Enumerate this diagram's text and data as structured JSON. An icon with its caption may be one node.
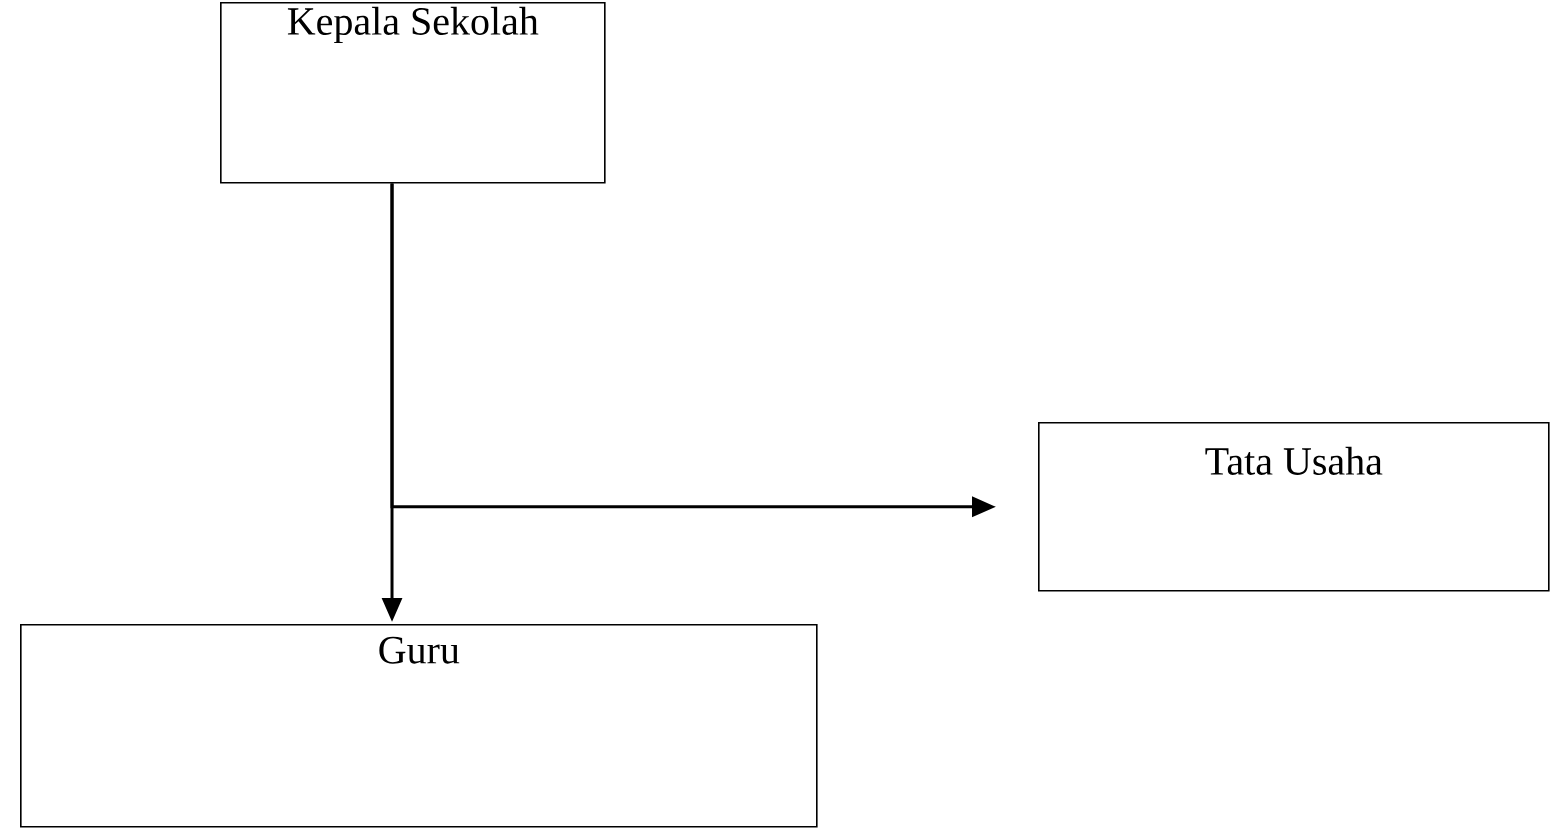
{
  "diagram": {
    "nodes": [
      {
        "text": [
          "Kepala Sekolah"
        ]
      },
      {
        "text": [
          "Tata Usaha"
        ]
      },
      {
        "text": [
          "Guru"
        ]
      }
    ],
    "edges": [
      {
        "from": 0,
        "to": 2,
        "arrow": "to"
      },
      {
        "from": 0,
        "to": 1,
        "arrow": "to"
      }
    ]
  }
}
